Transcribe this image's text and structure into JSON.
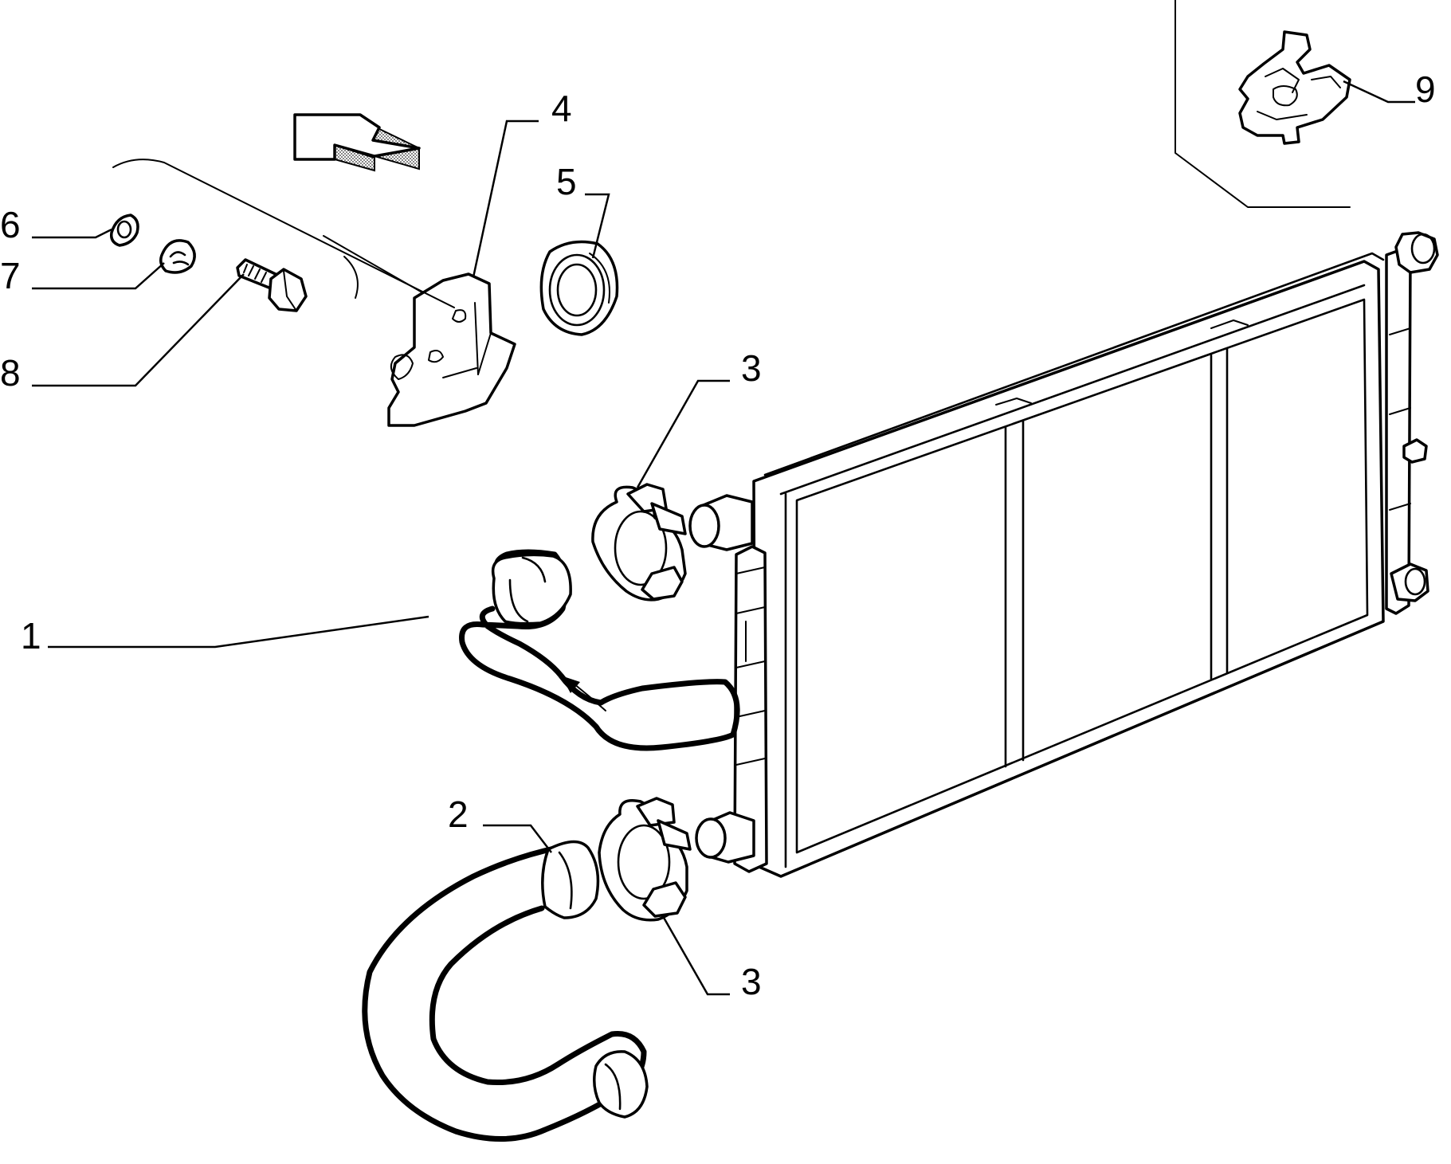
{
  "callouts": {
    "c1": "1",
    "c2": "2",
    "c3_upper": "3",
    "c3_lower": "3",
    "c4": "4",
    "c5": "5",
    "c6": "6",
    "c7": "7",
    "c8": "8",
    "c9": "9"
  },
  "colors": {
    "line": "#000000",
    "background": "#ffffff",
    "arrow_shading": "#555555"
  },
  "icons": {
    "direction_arrow": "direction-arrow-icon",
    "flow_arrow": "flow-arrow-icon"
  }
}
